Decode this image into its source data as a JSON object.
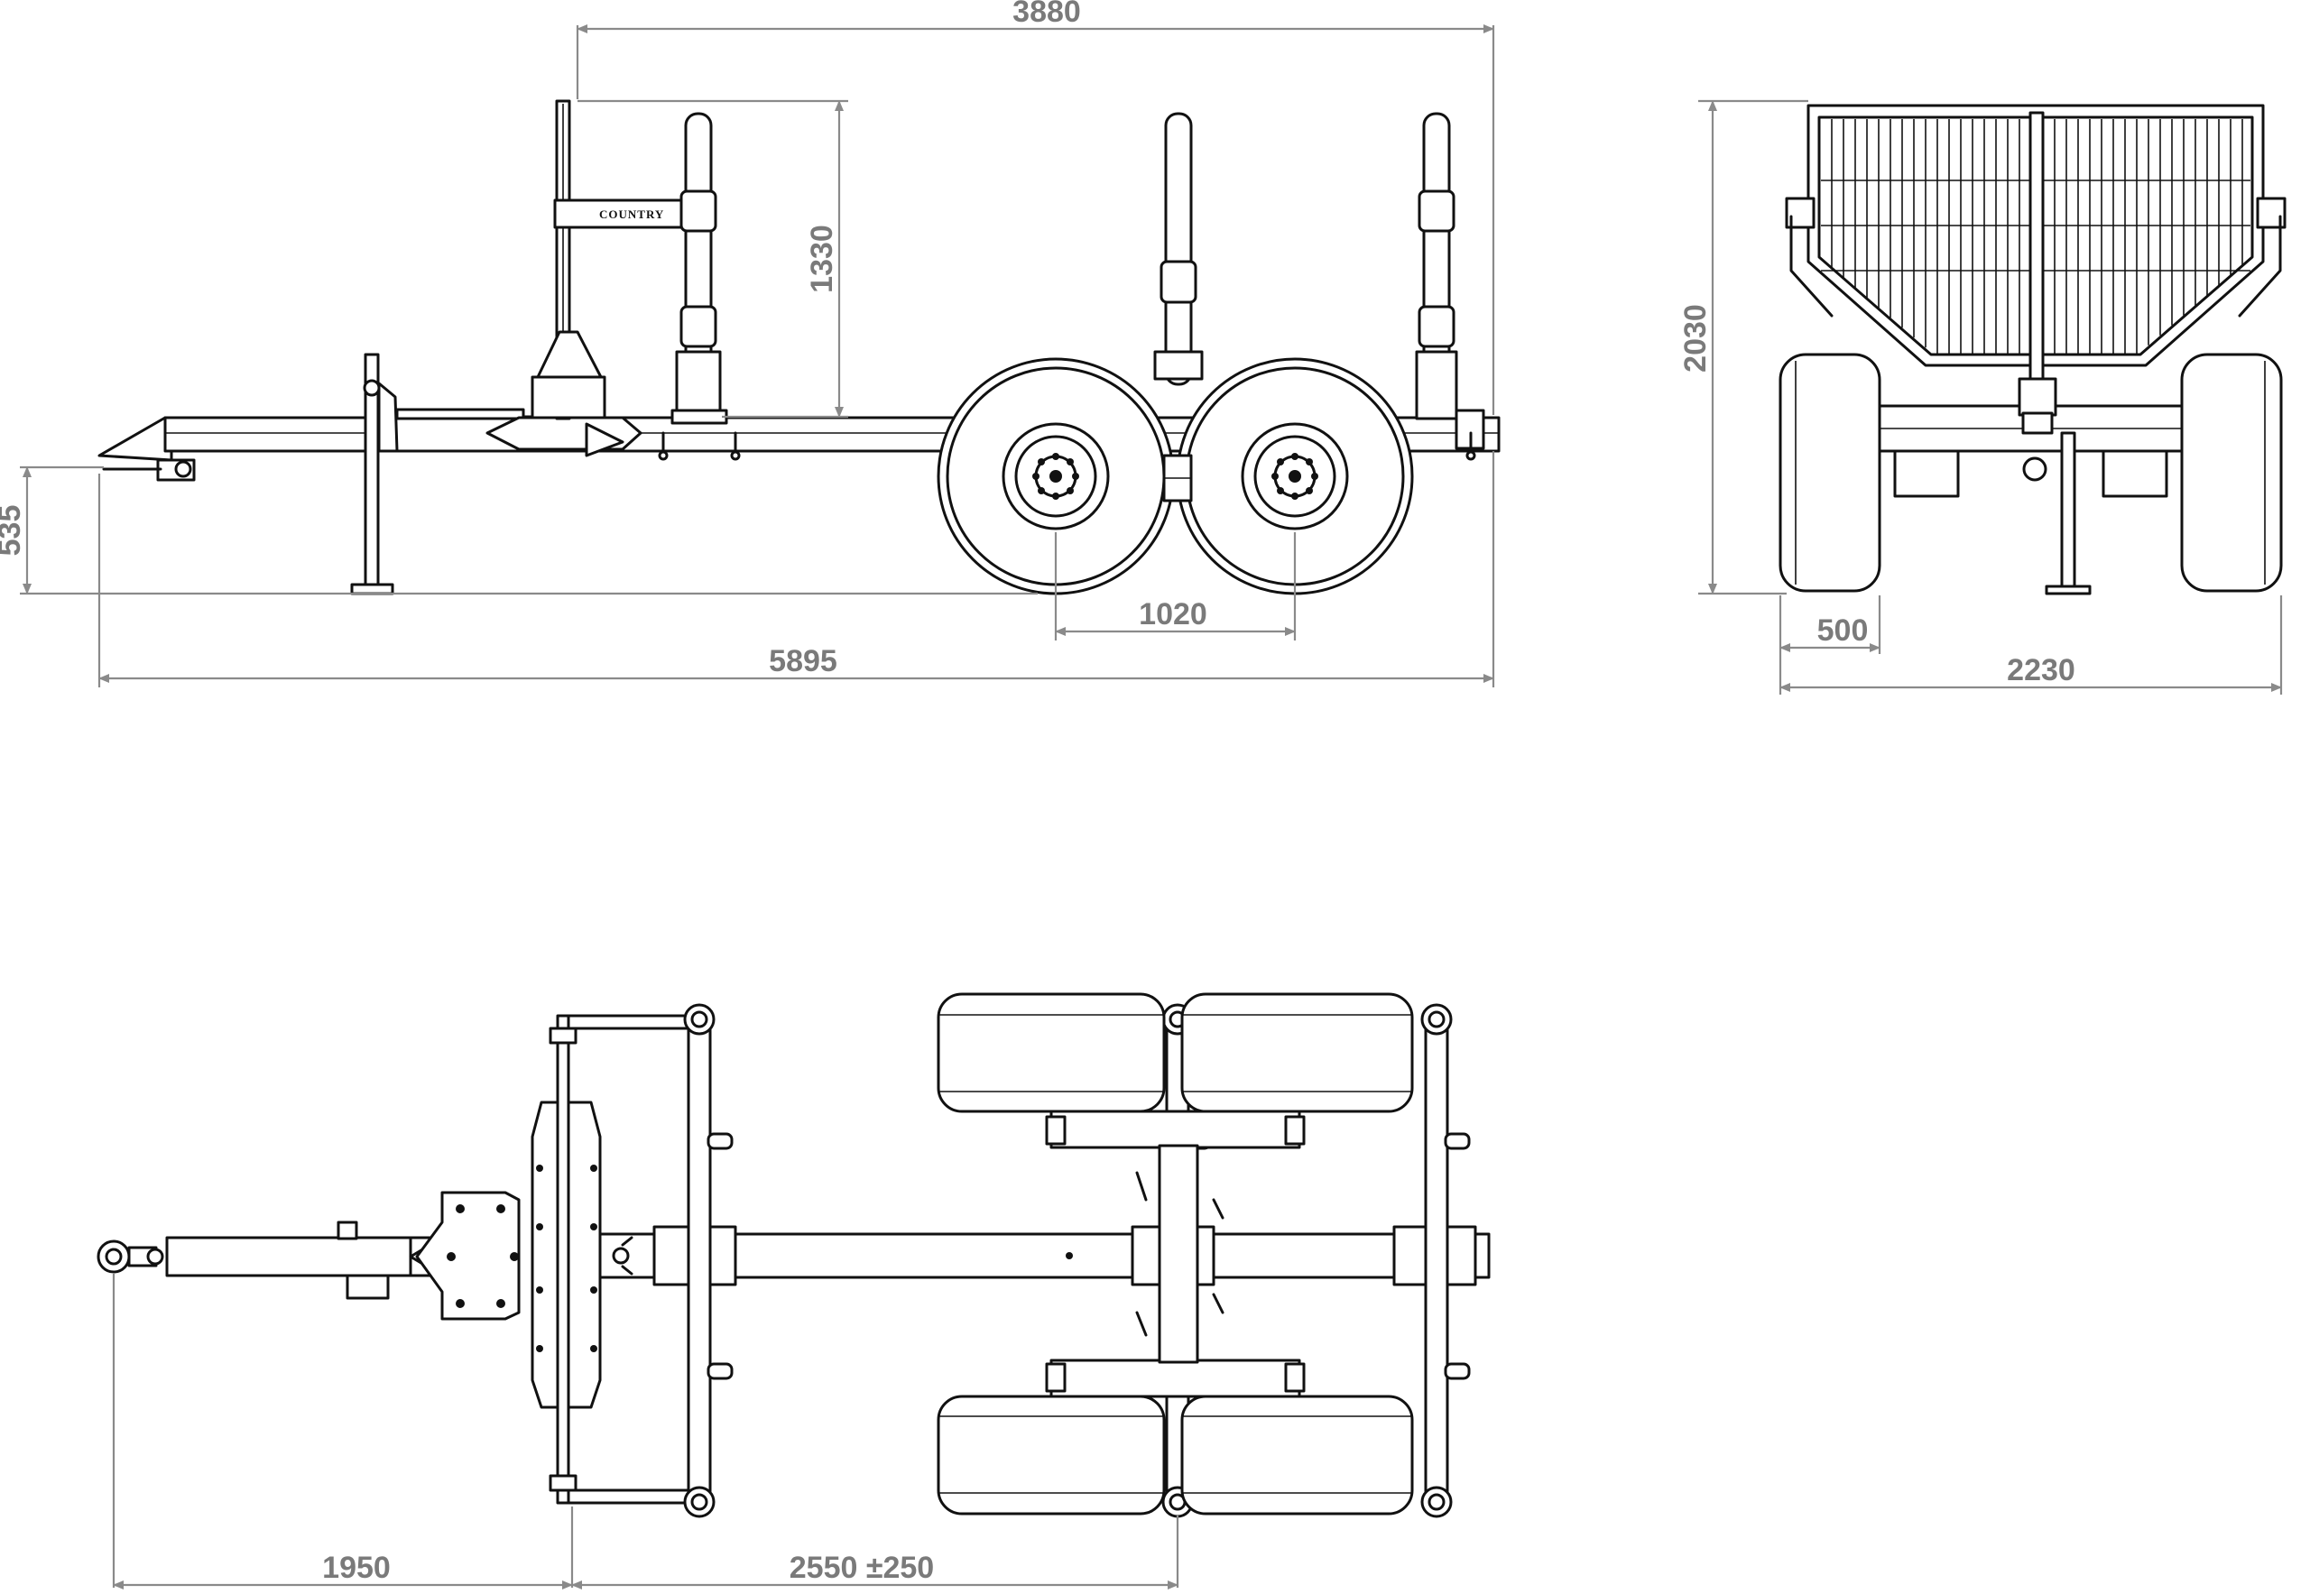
{
  "brand": "COUNTRY",
  "dimensions": {
    "load_length": "3880",
    "stake_height": "1330",
    "hitch_height": "535",
    "axle_spacing": "1020",
    "overall_length": "5895",
    "overall_height": "2030",
    "track_width": "500",
    "overall_width": "2230",
    "drawbar_length": "1950",
    "drawbar_range": "2550 ±250"
  },
  "colors": {
    "line": "#111111",
    "dimension": "#8a8a8a",
    "background": "#ffffff"
  }
}
